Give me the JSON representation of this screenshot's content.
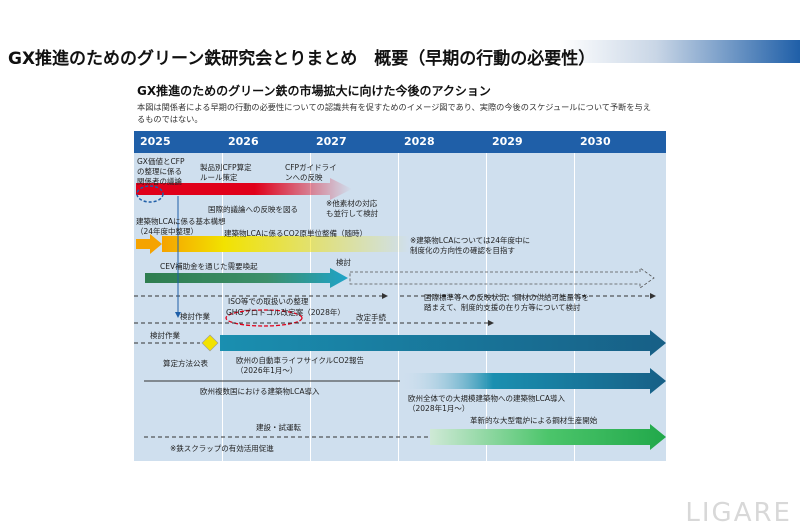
{
  "header": {
    "title": "GX推進のためのグリーン鉄研究会とりまとめ　概要（早期の行動の必要性）",
    "subtitle": "GX推進のためのグリーン鉄の市場拡大に向けた今後のアクション",
    "description": "本図は関係者による早期の行動の必要性についての認識共有を促すためのイメージ図であり、実際の今後のスケジュールについて予断を与えるものではない。"
  },
  "years": [
    "2025",
    "2026",
    "2027",
    "2028",
    "2029",
    "2030"
  ],
  "labels": {
    "gx_cfp": "GX価値とCFP\nの整理に係る\n関係者の議論",
    "product_cfp": "製品別CFP算定\nルール策定",
    "cfp_guideline": "CFPガイドライ\nンへの反映",
    "intl_reflect": "国際的議論への反映を図る",
    "other_materials": "※他素材の対応\nも並行して検討",
    "building_lca_plan": "建築物LCAに係る基本構想\n（24年度中整理）",
    "building_lca_co2": "建築物LCAに係るCO2原単位整備（随時）",
    "building_lca_note": "※建築物LCAについては24年度中に\n制度化の方向性の確認を目指す",
    "cev_subsidy": "CEV補助金を通じた需要喚起",
    "review": "検討",
    "iso_handling": "ISO等での取扱いの整理",
    "ghg_protocol": "GHGプロトコル改定案（2028年）",
    "revision_process": "改定手続",
    "intl_standards": "国際標準等への反映状況、鋼材の供給可能量等を\n踏まえて、制度的支援の在り方等について検討",
    "review_work_1": "検討作業",
    "review_work_2": "検討作業",
    "calc_method": "算定方法公表",
    "eu_car_lca": "欧州の自動車ライフサイクルCO2報告\n（2026年1月～）",
    "eu_building_lca_some": "欧州複数国における建築物LCA導入",
    "eu_building_lca_all": "欧州全体での大規模建築物への建築物LCA導入\n（2028年1月～）",
    "construction": "建設・試運転",
    "eaf": "革新的な大型電炉による鋼材生産開始",
    "scrap": "※鉄スクラップの有効活用促進"
  },
  "logo": "LIGARE",
  "colors": {
    "year_bar": "#1f5fa8",
    "board": "#cfdfee",
    "red": "#e0001a",
    "orange": "#f5a300",
    "yellow": "#f2e200",
    "green": "#2e7d4f",
    "teal": "#1a6f8c",
    "bright_green": "#21a84a"
  }
}
